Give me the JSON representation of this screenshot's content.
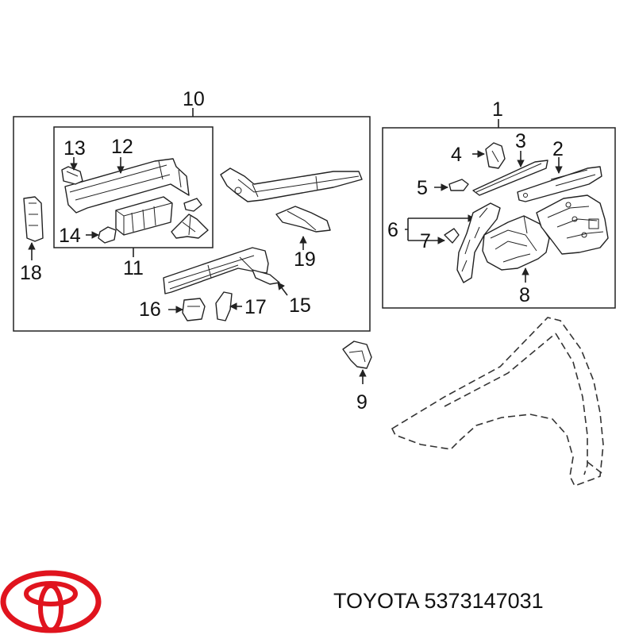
{
  "callouts": {
    "c1": "1",
    "c2": "2",
    "c3": "3",
    "c4": "4",
    "c5": "5",
    "c6": "6",
    "c7": "7",
    "c8": "8",
    "c9": "9",
    "c10": "10",
    "c11": "11",
    "c12": "12",
    "c13": "13",
    "c14": "14",
    "c15": "15",
    "c16": "16",
    "c17": "17",
    "c18": "18",
    "c19": "19"
  },
  "logo": {
    "brand": "TOYOTA",
    "color": "#e0141e"
  },
  "caption": "TOYOTA 5373147031",
  "colors": {
    "line": "#222222",
    "background": "#ffffff"
  }
}
